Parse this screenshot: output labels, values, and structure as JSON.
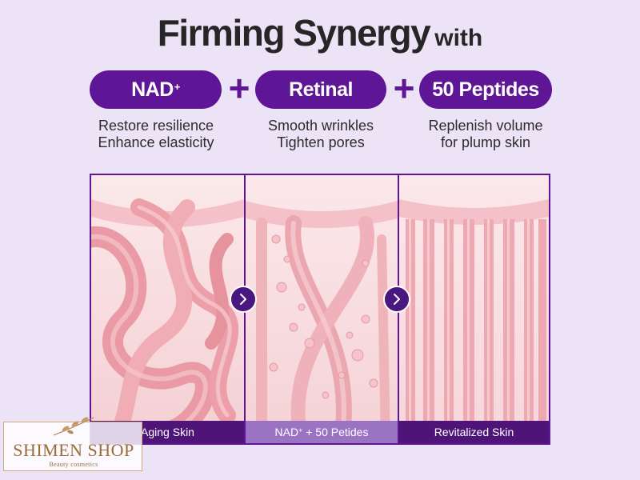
{
  "header": {
    "title": "Firming Synergy",
    "title_suffix": "with"
  },
  "ingredients": [
    {
      "name": "NAD",
      "superscript": "+",
      "lines": [
        "Restore resilience",
        "Enhance elasticity"
      ]
    },
    {
      "name": "Retinal",
      "superscript": "",
      "lines": [
        "Smooth wrinkles",
        "Tighten pores"
      ]
    },
    {
      "name": "50 Peptides",
      "superscript": "",
      "lines": [
        "Replenish volume",
        "for plump skin"
      ]
    }
  ],
  "plus_symbol": "+",
  "panels": [
    {
      "caption": "Aging Skin"
    },
    {
      "caption_main": "NAD",
      "caption_sup": "+",
      "caption_rest": " + 50 Petides"
    },
    {
      "caption": "Revitalized Skin"
    }
  ],
  "watermark": {
    "brand": "SHIMEN SHOP",
    "tagline": "Beauty cosmetics"
  },
  "colors": {
    "accent": "#5e1696",
    "background": "#ece3f6",
    "skin": "#f3b4bb"
  }
}
